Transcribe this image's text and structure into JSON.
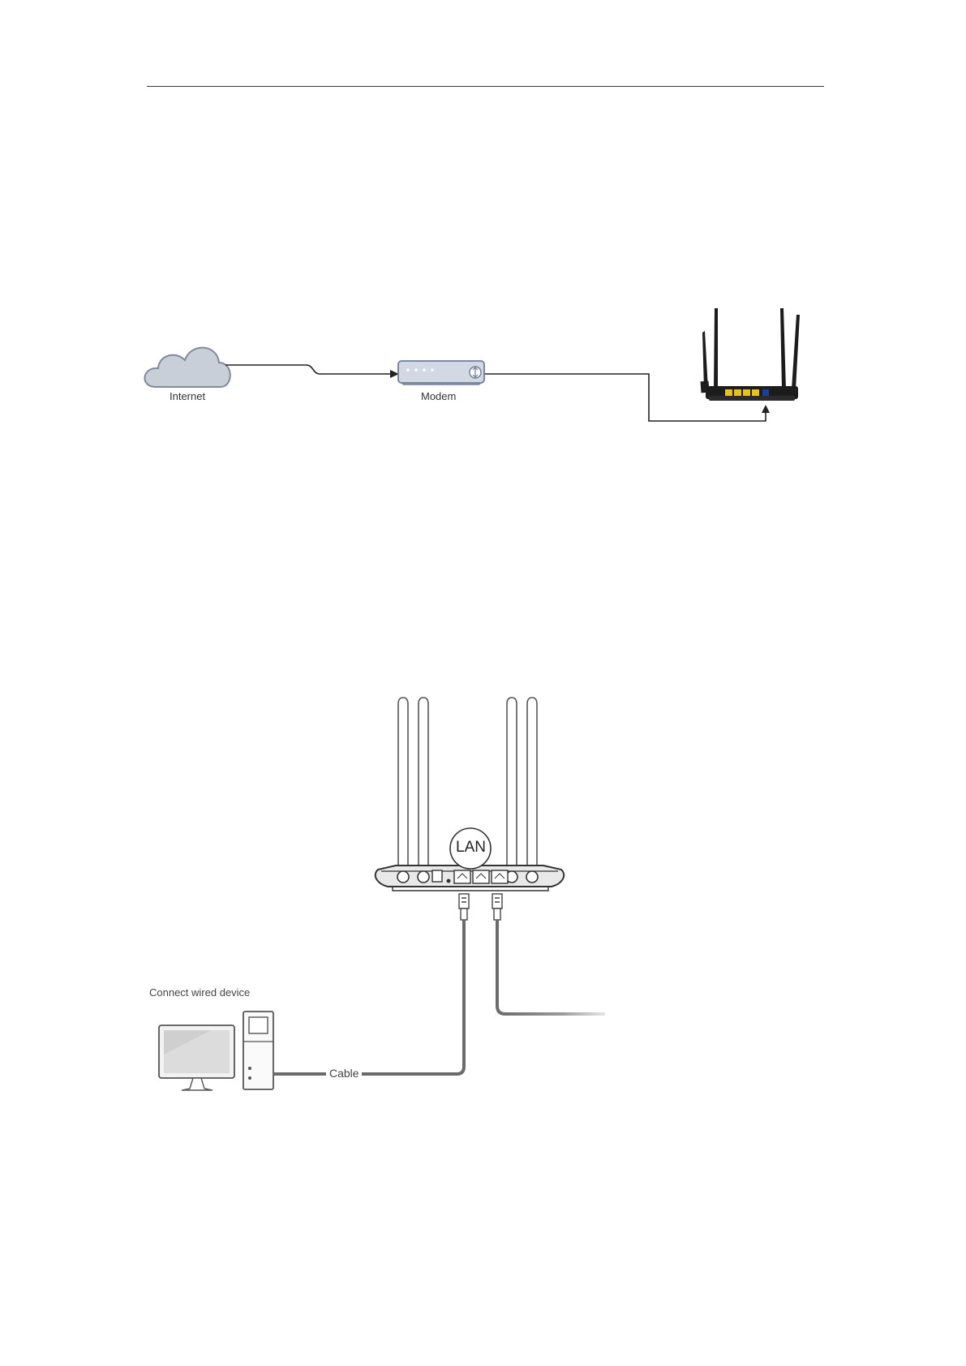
{
  "diagram1": {
    "internet_label": "Internet",
    "modem_label": "Modem"
  },
  "diagram2": {
    "lan_label": "LAN",
    "connect_label": "Connect wired device",
    "cable_label": "Cable"
  },
  "colors": {
    "cloud_fill": "#c9cfd8",
    "cloud_stroke": "#7f8a9c",
    "modem_fill": "#d3d9e4",
    "modem_stroke": "#6f7e97",
    "router_body": "#1c1c1c",
    "router_port": "#e8c21a",
    "router_wan": "#1a3f9e",
    "line": "#222222",
    "cable": "#6b6b6b"
  }
}
